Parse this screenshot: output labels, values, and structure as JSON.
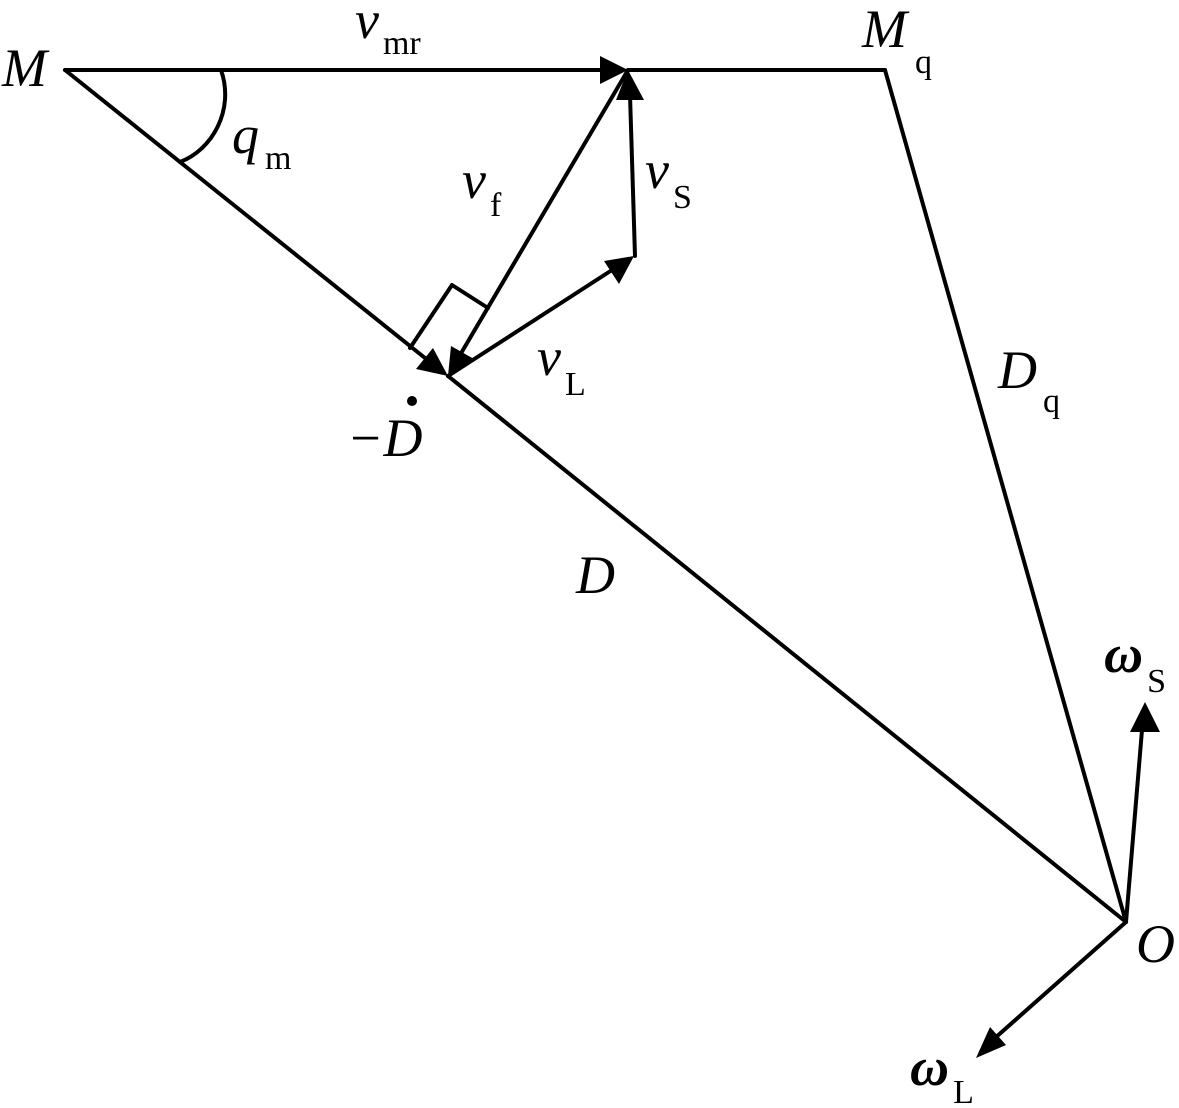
{
  "diagram": {
    "labels": {
      "M": {
        "main": "M",
        "sub": ""
      },
      "Mq": {
        "main": "M",
        "sub": "q"
      },
      "vmr": {
        "main": "v",
        "sub": "mr"
      },
      "qm": {
        "main": "q",
        "sub": "m"
      },
      "vf": {
        "main": "v",
        "sub": "f"
      },
      "vS": {
        "main": "v",
        "sub": "S"
      },
      "vL": {
        "main": "v",
        "sub": "L"
      },
      "Ddot": {
        "main": "−D",
        "sub": ""
      },
      "D": {
        "main": "D",
        "sub": ""
      },
      "Dq": {
        "main": "D",
        "sub": "q"
      },
      "O": {
        "main": "O",
        "sub": ""
      },
      "omegaS": {
        "main": "ω",
        "sub": "S"
      },
      "omegaL": {
        "main": "ω",
        "sub": "L"
      }
    },
    "stroke_color": "#000000",
    "background_color": "#ffffff"
  }
}
